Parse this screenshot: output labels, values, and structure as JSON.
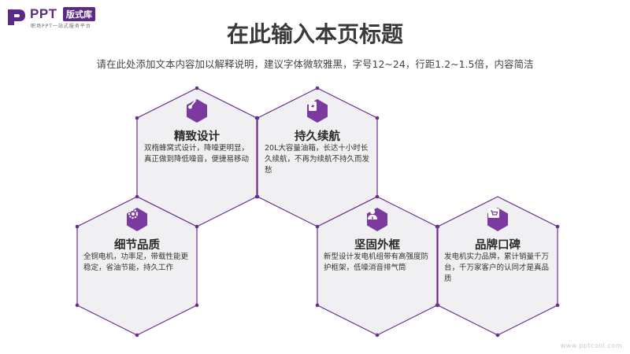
{
  "logo": {
    "name": "PPT",
    "badge": "版式库",
    "tagline": "职场PPT一站式服务平台"
  },
  "title": "在此输入本页标题",
  "subtitle": "请在此处添加文本内容加以解释说明，建议字体微软雅黑，字号12~24，行距1.2~1.5倍，内容简洁",
  "accent_color": "#6a2c91",
  "hex_fill": "#f0f0f2",
  "features": [
    {
      "title": "精致设计",
      "desc": "双楕蜂窝式设计，降噪更明显，真正做到降低噪音，便捷易移动",
      "icon": "brush-icon"
    },
    {
      "title": "持久续航",
      "desc": "20L大容量油箱，长达十小时长久续航，不再为续航不持久而发愁",
      "icon": "battery-icon"
    },
    {
      "title": "细节品质",
      "desc": "全铜电机，功率足，带载性能更稳定，省油节能，持久工作",
      "icon": "gear-icon"
    },
    {
      "title": "坚固外框",
      "desc": "新型设计发电机组带有高强度防护框架，低噪消音排气筒",
      "icon": "user-icon"
    },
    {
      "title": "品牌口碑",
      "desc": "发电机实力品牌，累计销量千万台，千万家客户的认同才是真品质",
      "icon": "cart-icon"
    }
  ],
  "watermark": "www.pptcool.com"
}
